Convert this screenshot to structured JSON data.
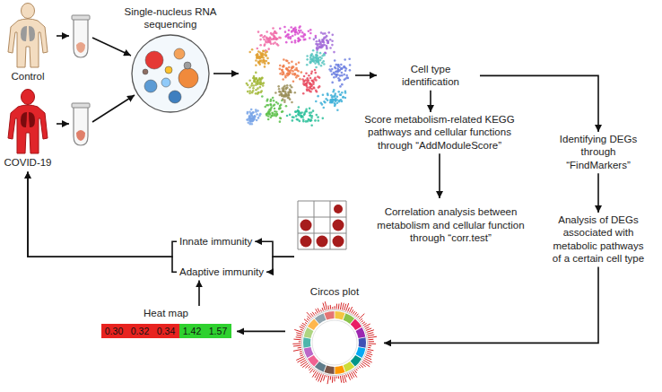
{
  "diagram": {
    "nodes": [
      {
        "text": [
          "Control"
        ]
      },
      {
        "text": [
          "COVID-19"
        ]
      },
      {
        "text": [
          "Single-nucleus RNA sequencing"
        ]
      },
      {
        "text": [
          "Cell type identification"
        ]
      },
      {
        "text": [
          "Score metabolism-related KEGG pathways and cellular functions through “AddModuleScore”"
        ]
      },
      {
        "text": [
          "Identifying DEGs through “FindMarkers”"
        ]
      },
      {
        "text": [
          "Correlation analysis between metabolism and cellular function through “corr.test”"
        ]
      },
      {
        "text": [
          "Analysis of DEGs associated with metabolic pathways of a certain cell type"
        ]
      },
      {
        "text": [
          "Circos plot"
        ]
      },
      {
        "text": [
          "Heat map"
        ]
      },
      {
        "text": [
          "Innate immunity"
        ]
      },
      {
        "text": [
          "Adaptive immunity"
        ]
      }
    ],
    "edges": [
      {
        "from": 3,
        "to": 4,
        "arrow": "to"
      },
      {
        "from": 3,
        "to": 5,
        "arrow": "to"
      },
      {
        "from": 4,
        "to": 6,
        "arrow": "to"
      },
      {
        "from": 5,
        "to": 7,
        "arrow": "to"
      },
      {
        "from": 7,
        "to": 8,
        "arrow": "to"
      },
      {
        "from": 8,
        "to": 9,
        "arrow": "to"
      },
      {
        "from": 9,
        "to": 11,
        "arrow": "to"
      },
      {
        "from": 6,
        "to": 10,
        "arrow": "to"
      },
      {
        "from": 6,
        "to": 11,
        "arrow": "to"
      },
      {
        "from": 10,
        "to": 1,
        "arrow": "to"
      },
      {
        "from": 11,
        "to": 1,
        "arrow": "to"
      }
    ],
    "labels": [
      "0.30",
      "0.32",
      "0.34",
      "1.42",
      "1.57"
    ]
  }
}
